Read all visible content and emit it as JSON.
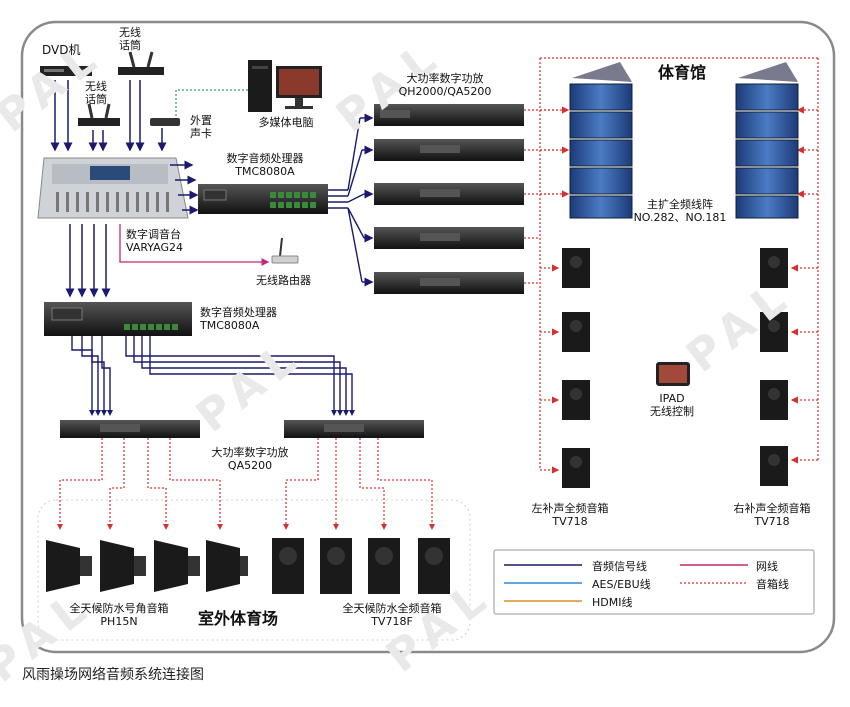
{
  "caption": "风雨操场网络音频系统连接图",
  "watermark": "PAL",
  "colors": {
    "audio_signal": "#1a1a6e",
    "aes_ebu": "#2a8ad8",
    "hdmi": "#e08a2a",
    "network": "#c4257a",
    "speaker_line": "#d83030",
    "border": "#8a8a8a"
  },
  "devices": {
    "dvd": "DVD机",
    "wireless_mic_1": "无线\n话筒",
    "wireless_mic_2": "无线\n话筒",
    "ext_soundcard": "外置\n声卡",
    "multimedia_pc": "多媒体电脑",
    "mixer": "数字调音台\nVARYAG24",
    "dsp_top": "数字音频处理器\nTMC8080A",
    "dsp_bottom": "数字音频处理器\nTMC8080A",
    "router": "无线路由器",
    "amp_top": "大功率数字功放\nQH2000/QA5200",
    "amp_bottom": "大功率数字功放\nQA5200",
    "line_array": "主扩全频线阵\nNO.282、NO.181",
    "ipad": "IPAD\n无线控制",
    "left_fill": "左补声全频音箱\nTV718",
    "right_fill": "右补声全频音箱\nTV718",
    "horn": "全天候防水号角音箱\nPH15N",
    "outdoor_spk": "全天候防水全频音箱\nTV718F"
  },
  "areas": {
    "gym": "体育馆",
    "outdoor": "室外体育场"
  },
  "legend": {
    "audio_signal": "音频信号线",
    "aes_ebu": "AES/EBU线",
    "hdmi": "HDMI线",
    "network": "网线",
    "speaker_line": "音箱线"
  }
}
